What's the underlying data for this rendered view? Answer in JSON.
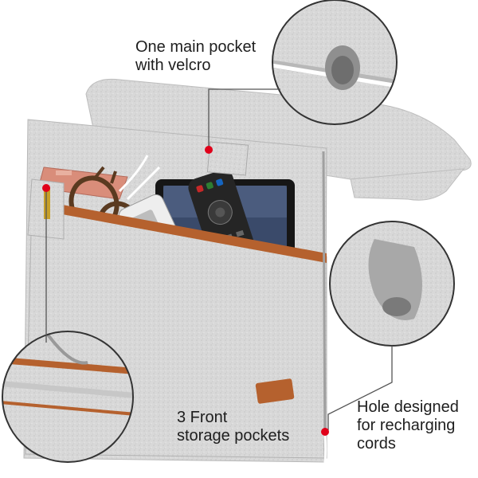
{
  "callouts": {
    "main_pocket": {
      "line1": "One main pocket",
      "line2": "with velcro"
    },
    "hole": {
      "line1": "Hole designed",
      "line2": "for recharging",
      "line3": "cords"
    },
    "front_pockets": {
      "line1": "3 Front",
      "line2": "storage pockets"
    }
  },
  "colors": {
    "felt": "#d6d6d6",
    "felt_dark": "#bdbdbd",
    "trim": "#b5612e",
    "callout_dot": "#e0001a",
    "callout_line": "#555555"
  },
  "objects": [
    "phone",
    "glasses",
    "earphones",
    "tablet",
    "tv-remote",
    "small-remote",
    "brand-tag"
  ]
}
